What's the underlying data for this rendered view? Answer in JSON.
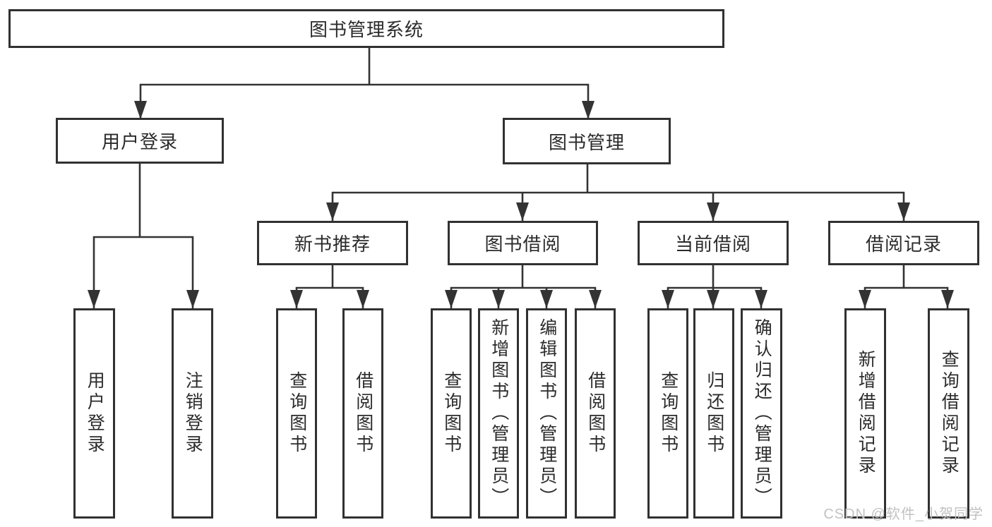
{
  "diagram": {
    "root": {
      "label": "图书管理系统",
      "children": [
        {
          "label": "用户登录",
          "children": [
            {
              "label": "用户登录"
            },
            {
              "label": "注销登录"
            }
          ]
        },
        {
          "label": "图书管理",
          "children": [
            {
              "label": "新书推荐",
              "children": [
                {
                  "label": "查询图书"
                },
                {
                  "label": "借阅图书"
                }
              ]
            },
            {
              "label": "图书借阅",
              "children": [
                {
                  "label": "查询图书"
                },
                {
                  "label": "新增图书（管理员）"
                },
                {
                  "label": "编辑图书（管理员）"
                },
                {
                  "label": "借阅图书"
                }
              ]
            },
            {
              "label": "当前借阅",
              "children": [
                {
                  "label": "查询图书"
                },
                {
                  "label": "归还图书"
                },
                {
                  "label": "确认归还（管理员）"
                }
              ]
            },
            {
              "label": "借阅记录",
              "children": [
                {
                  "label": "新增借阅记录"
                },
                {
                  "label": "查询借阅记录"
                }
              ]
            }
          ]
        }
      ]
    }
  },
  "watermark": {
    "text": "CSDN @软件_小贺同学"
  },
  "colors": {
    "line": "#333333",
    "box_border": "#313131",
    "text": "#2b2b2b",
    "background": "#ffffff",
    "watermark": "#c2c2c2"
  }
}
